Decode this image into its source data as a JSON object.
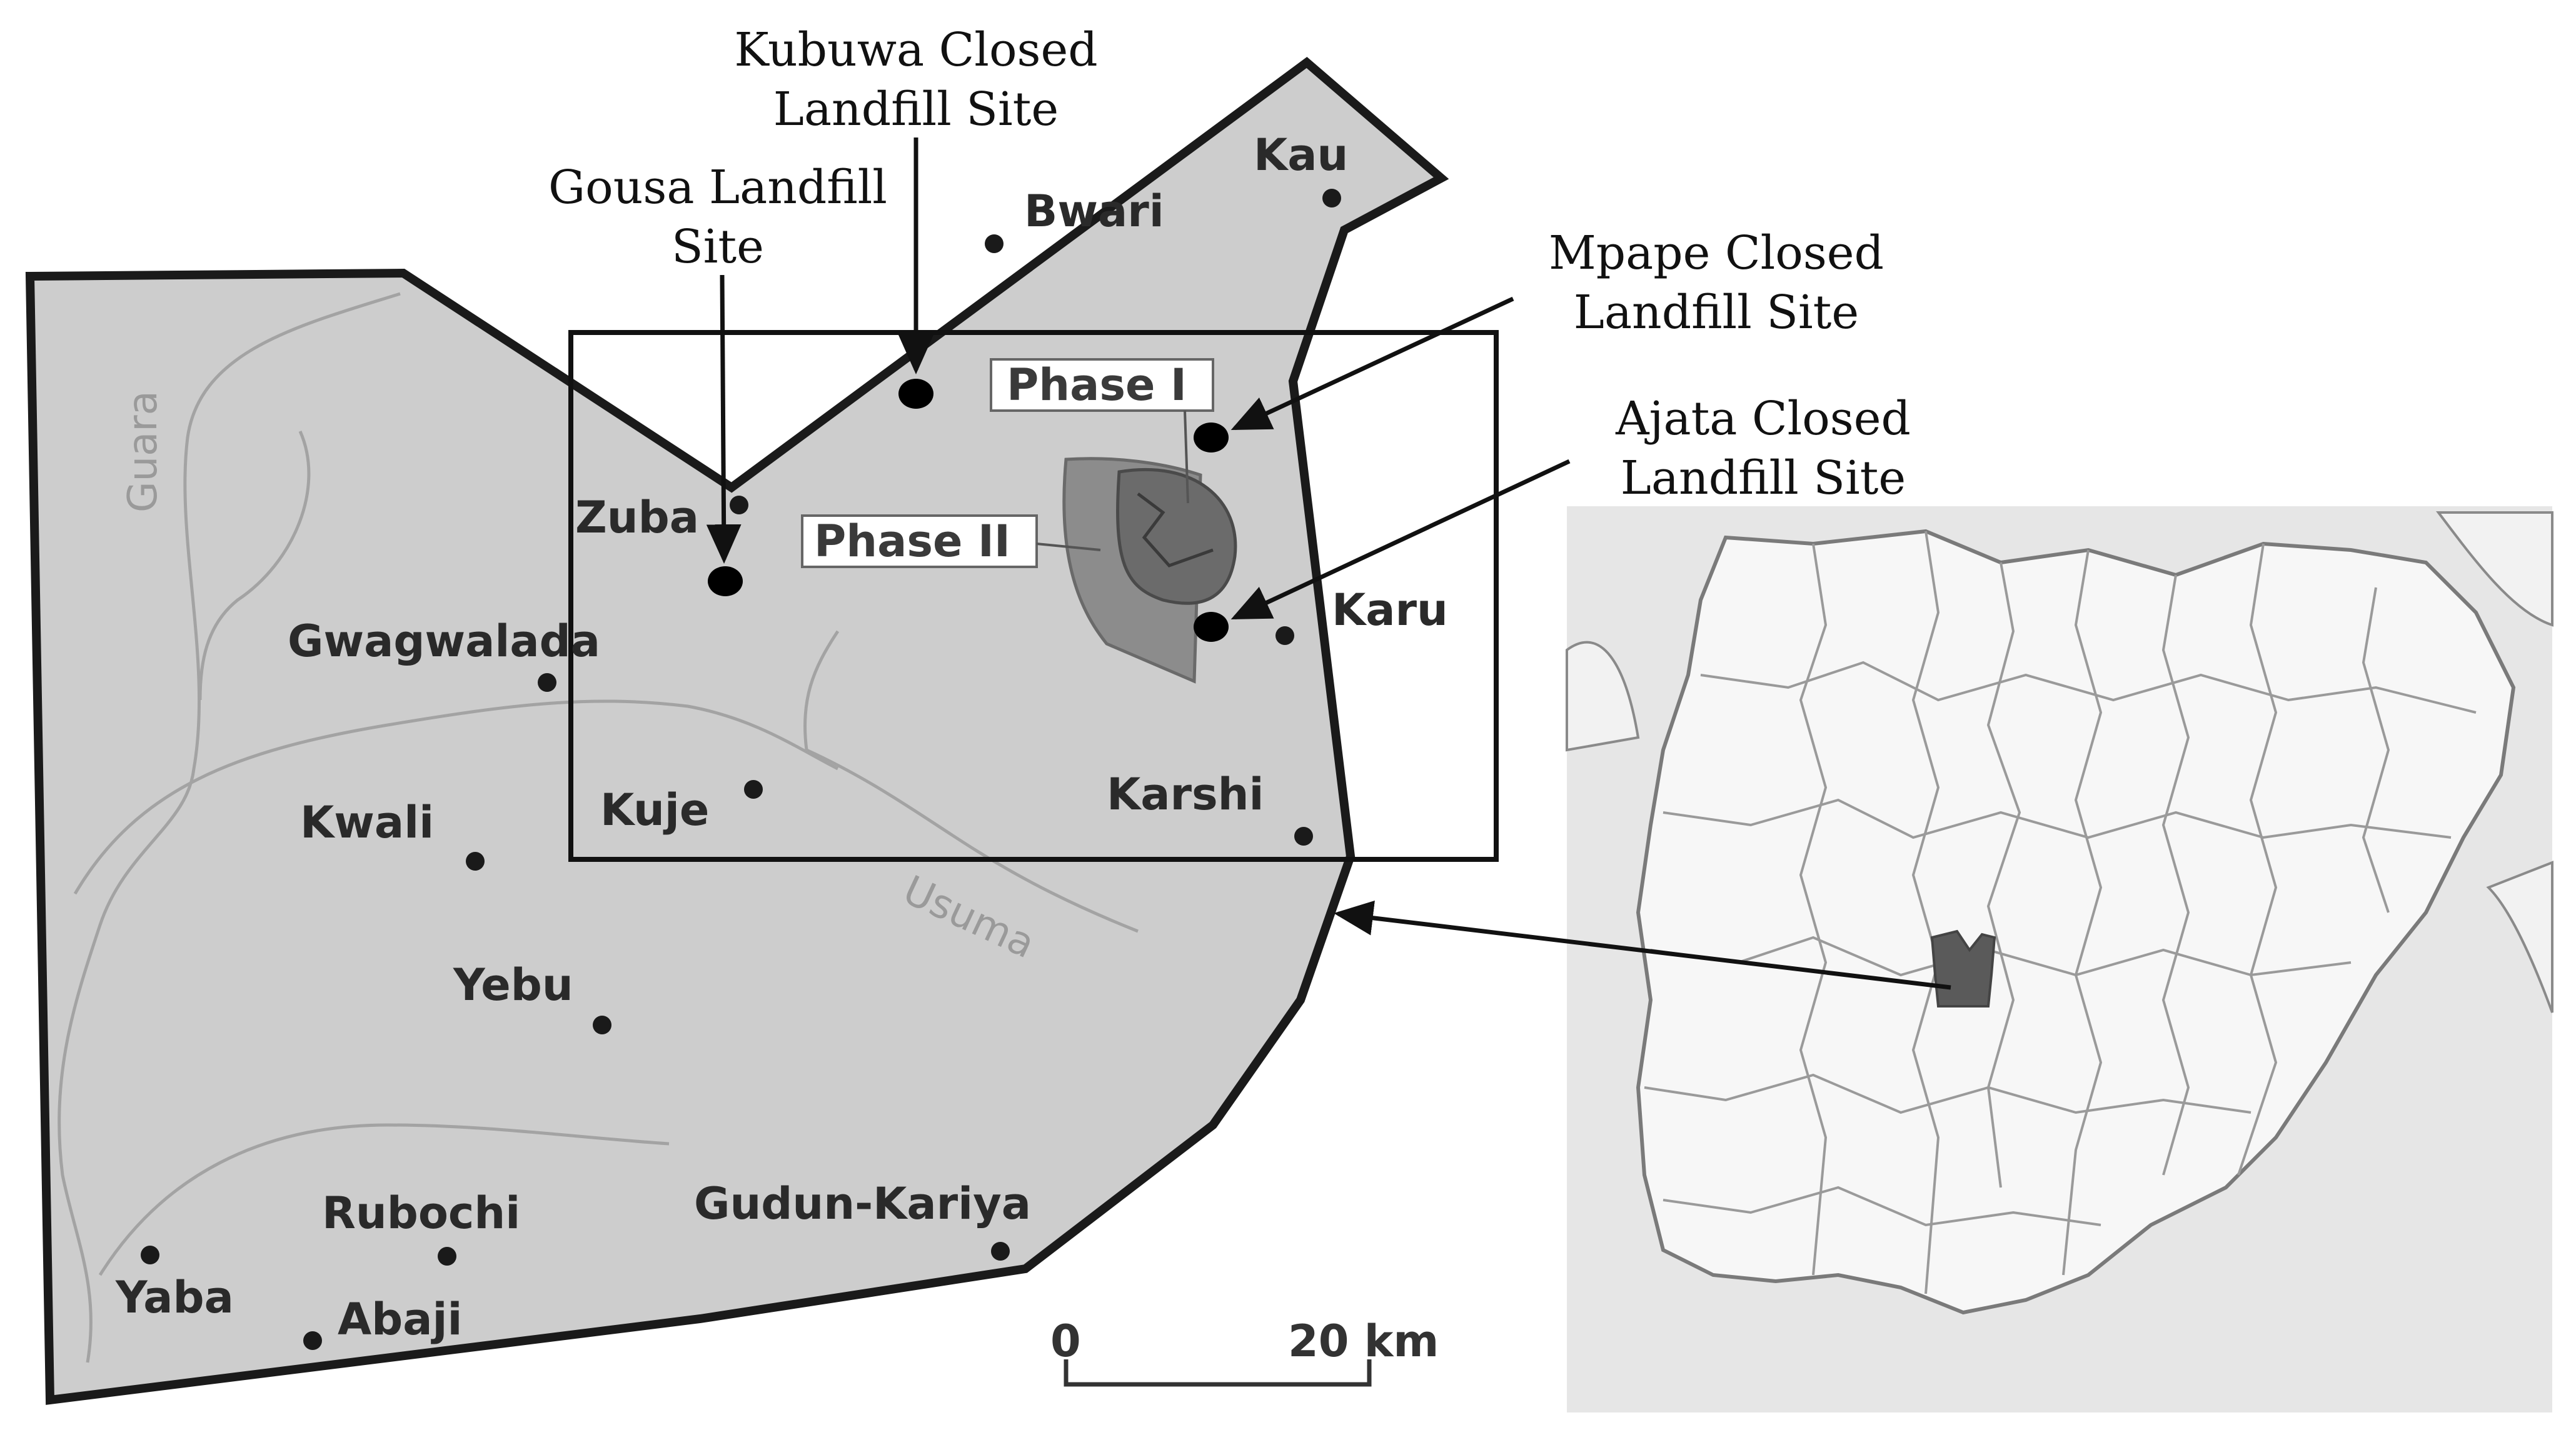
{
  "annotations": {
    "kubuwa": [
      "Kubuwa Closed",
      "Landfill Site"
    ],
    "gousa": [
      "Gousa Landfill",
      "Site"
    ],
    "mpape": [
      "Mpape  Closed",
      "Landfill Site"
    ],
    "ajata": [
      "Ajata Closed",
      "Landfill Site"
    ]
  },
  "towns": {
    "kau": "Kau",
    "bwari": "Bwari",
    "zuba": "Zuba",
    "gwagwalada": "Gwagwalada",
    "kuje": "Kuje",
    "kwali": "Kwali",
    "yebu": "Yebu",
    "rubochi": "Rubochi",
    "gudun_kariya": "Gudun-Kariya",
    "yaba": "Yaba",
    "abaji": "Abaji",
    "karu": "Karu",
    "karshi": "Karshi"
  },
  "rivers": {
    "guara": "Guara",
    "usuma": "Usuma"
  },
  "phases": {
    "phase1": "Phase I",
    "phase2": "Phase II"
  },
  "scale_bar": {
    "start": "0",
    "end": "20 km"
  },
  "colors": {
    "territory_fill": "#cdcdcd",
    "phase_fill": "#7a7a7a",
    "inset_bg": "#e6e6e6",
    "inset_highlight": "#5a5a5a"
  }
}
